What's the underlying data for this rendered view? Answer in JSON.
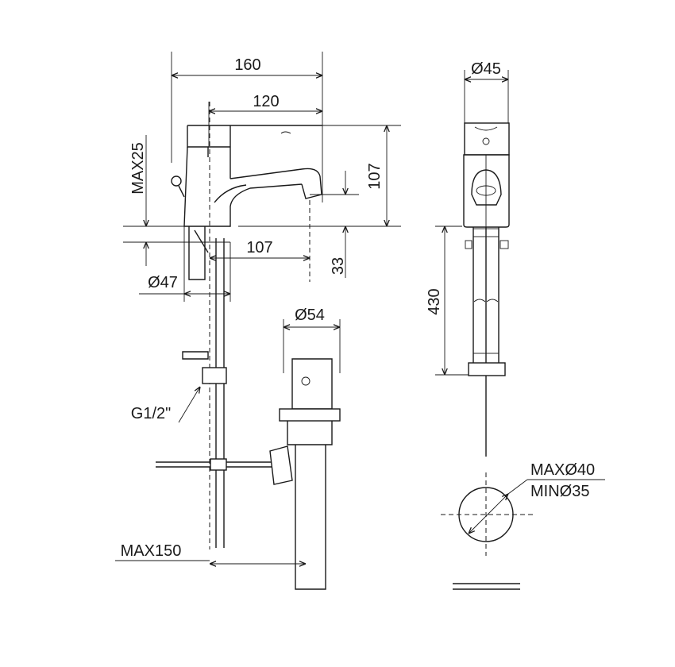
{
  "title": "Basin mixer dimension drawing",
  "dimensions": {
    "overall_length": "160",
    "spout_reach": "120",
    "max_deck_thickness": "MAX25",
    "height": "107",
    "center_to_aerator": "107",
    "aerator_height": "33",
    "base_diameter": "Ø47",
    "waste_diameter": "Ø54",
    "handle_diameter": "Ø45",
    "hose_length": "430",
    "thread": "G1/2\"",
    "max_waste_offset": "MAX150",
    "hole_max": "MAXØ40",
    "hole_min": "MINØ35"
  }
}
